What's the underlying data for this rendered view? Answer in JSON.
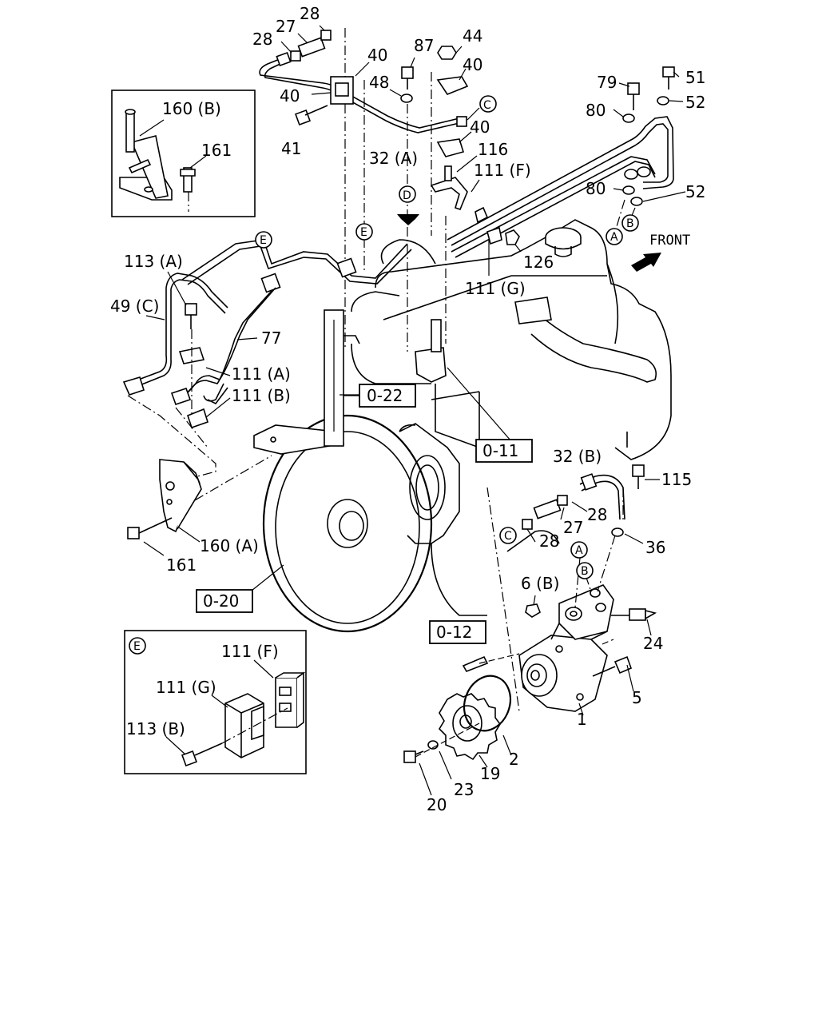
{
  "labels": {
    "l28a": "28",
    "l27a": "27",
    "l28b": "28",
    "l40a": "40",
    "l40b": "40",
    "l48": "48",
    "l87": "87",
    "l44": "44",
    "l40c": "40",
    "l40d": "40",
    "l41": "41",
    "l32a": "32 (A)",
    "l116": "116",
    "l111f": "111 (F)",
    "lC1": "C",
    "l79": "79",
    "l51": "51",
    "l80a": "80",
    "l52a": "52",
    "l80b": "80",
    "l52b": "52",
    "lA1": "A",
    "lB1": "B",
    "lfront": "FRONT",
    "l160b": "160 (B)",
    "l161a": "161",
    "lD": "D",
    "lE1": "E",
    "lE2": "E",
    "l113a": "113 (A)",
    "l49c": "49 (C)",
    "l77": "77",
    "l126": "126",
    "l111g": "111 (G)",
    "l111a": "111 (A)",
    "l111b": "111 (B)",
    "r022": "0-22",
    "r011": "0-11",
    "r020": "0-20",
    "r012": "0-12",
    "l160a": "160 (A)",
    "l161b": "161",
    "l32b": "32 (B)",
    "l115": "115",
    "l28c": "28",
    "l27b": "27",
    "lC2": "C",
    "l28d": "28",
    "l36": "36",
    "lA2": "A",
    "lB2": "B",
    "l6b": "6 (B)",
    "l24": "24",
    "l5": "5",
    "l1": "1",
    "l2": "2",
    "l19": "19",
    "l23": "23",
    "l20": "20",
    "lE3": "E",
    "l111f2": "111 (F)",
    "l111g2": "111 (G)",
    "l113b": "113 (B)"
  }
}
